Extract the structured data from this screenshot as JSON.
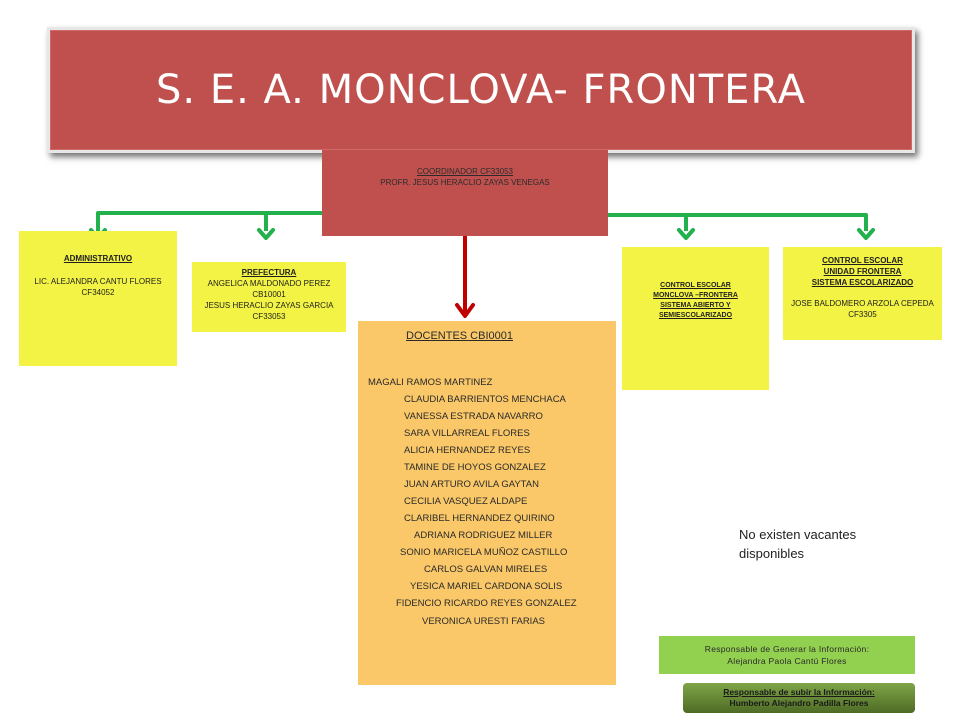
{
  "title": "S. E. A. MONCLOVA- FRONTERA",
  "coordinator": {
    "heading": "COORDINADOR CF33053",
    "name": "PROFR. JESUS HERACLIO ZAYAS VENEGAS"
  },
  "administrativo": {
    "heading": "ADMINISTRATIVO",
    "line1": "LIC. ALEJANDRA CANTU FLORES",
    "line2": "CF34052"
  },
  "prefectura": {
    "heading": "PREFECTURA",
    "line1": "ANGELICA MALDONADO PEREZ",
    "line2": "CB10001",
    "line3": "JESUS HERACLIO ZAYAS GARCIA",
    "line4": "CF33053"
  },
  "control_monclova": {
    "line1": "CONTROL  ESCOLAR",
    "line2": "MONCLOVA  –FRONTERA",
    "line3": "SISTEMA  ABIERTO   Y",
    "line4": "SEMIESCOLARIZADO"
  },
  "control_frontera": {
    "line1": "CONTROL ESCOLAR",
    "line2": "UNIDAD FRONTERA",
    "line3": "SISTEMA ESCOLARIZADO",
    "line4": "JOSE BALDOMERO ARZOLA CEPEDA",
    "line5": "CF3305"
  },
  "docentes": {
    "title": "DOCENTES  CBI0001",
    "names": [
      "MAGALI RAMOS MARTINEZ",
      "CLAUDIA BARRIENTOS MENCHACA",
      "VANESSA ESTRADA NAVARRO",
      "SARA VILLARREAL FLORES",
      "ALICIA HERNANDEZ REYES",
      "TAMINE DE HOYOS GONZALEZ",
      "JUAN ARTURO AVILA GAYTAN",
      "CECILIA VASQUEZ ALDAPE",
      "CLARIBEL HERNANDEZ QUIRINO",
      "ADRIANA RODRIGUEZ MILLER",
      "SONIO MARICELA MUÑOZ CASTILLO",
      "CARLOS GALVAN  MIRELES",
      "YESICA MARIEL CARDONA SOLIS",
      "FIDENCIO RICARDO REYES GONZALEZ",
      "VERONICA URESTI FARIAS"
    ]
  },
  "no_vacantes": {
    "line1": "No existen vacantes",
    "line2": "disponibles"
  },
  "responsable_generar": {
    "line1": "Responsable de Generar la Información:",
    "line2": "Alejandra Paola Cantú Flores"
  },
  "responsable_subir": {
    "line1": "Responsable de subir la Información:",
    "line2": "Humberto Alejandro Padilla Flores"
  },
  "colors": {
    "banner": "#c0504d",
    "connector_green": "#22b14c",
    "arrow_red": "#c00000",
    "box_yellow": "#f3f345",
    "docentes_orange": "#fac868",
    "footer_green": "#92d050"
  }
}
